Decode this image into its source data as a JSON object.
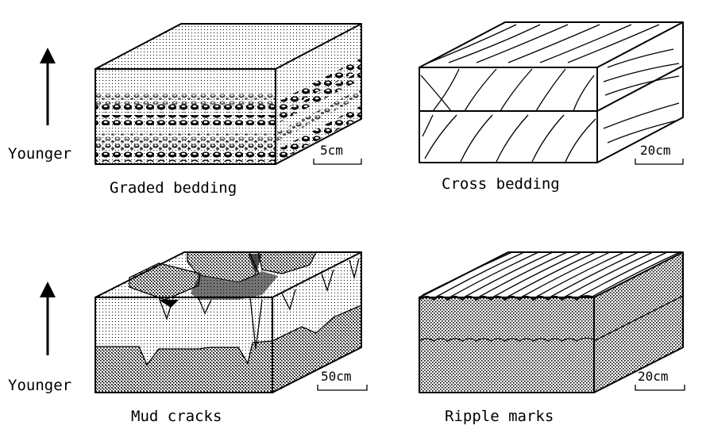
{
  "left_labels": {
    "upper": "Younger",
    "lower": "Younger"
  },
  "panels": {
    "graded": {
      "caption": "Graded bedding",
      "scale": "5cm"
    },
    "cross": {
      "caption": "Cross bedding",
      "scale": "20cm"
    },
    "mud": {
      "caption": "Mud cracks",
      "scale": "50cm"
    },
    "ripple": {
      "caption": "Ripple marks",
      "scale": "20cm"
    }
  }
}
